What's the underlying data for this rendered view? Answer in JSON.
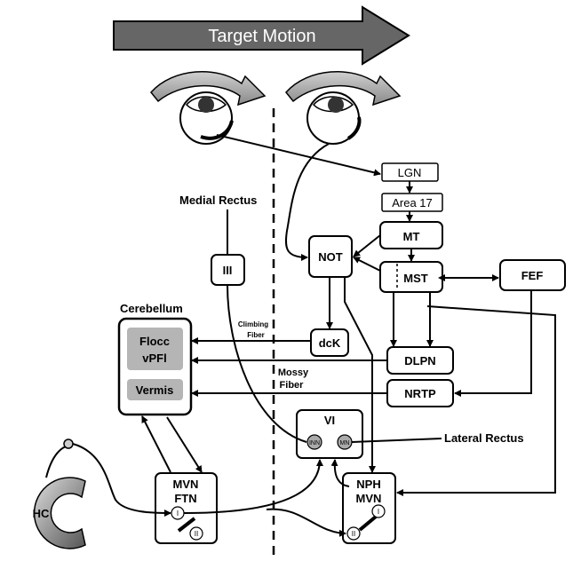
{
  "banner": {
    "label": "Target Motion"
  },
  "nodes": {
    "lgn": "LGN",
    "area17": "Area 17",
    "mt": "MT",
    "mst": "MST",
    "not": "NOT",
    "fef": "FEF",
    "iii": "III",
    "dck": "dcK",
    "dlpn": "DLPN",
    "nrtp": "NRTP",
    "vi": "VI",
    "inn": "INN",
    "mn": "MN",
    "mvn_ftn_line1": "MVN",
    "mvn_ftn_line2": "FTN",
    "nph_mvn_line1": "NPH",
    "nph_mvn_line2": "MVN",
    "hc": "HC",
    "cell_i": "I",
    "cell_ii": "II"
  },
  "cerebellum": {
    "title": "Cerebellum",
    "flocc_line1": "Flocc",
    "flocc_line2": "vPFl",
    "vermis": "Vermis"
  },
  "labels": {
    "medial_rectus": "Medial Rectus",
    "lateral_rectus": "Lateral Rectus",
    "climbing_fiber_line1": "Climbing",
    "climbing_fiber_line2": "Fiber",
    "mossy_fiber_line1": "Mossy",
    "mossy_fiber_line2": "Fiber"
  },
  "colors": {
    "banner_fill": "#666666",
    "rotation_arrow": "#9a9a9a",
    "cerebellum_region": "#b5b5b5",
    "hc_gradient_dark": "#555555",
    "hc_gradient_light": "#dddddd"
  }
}
